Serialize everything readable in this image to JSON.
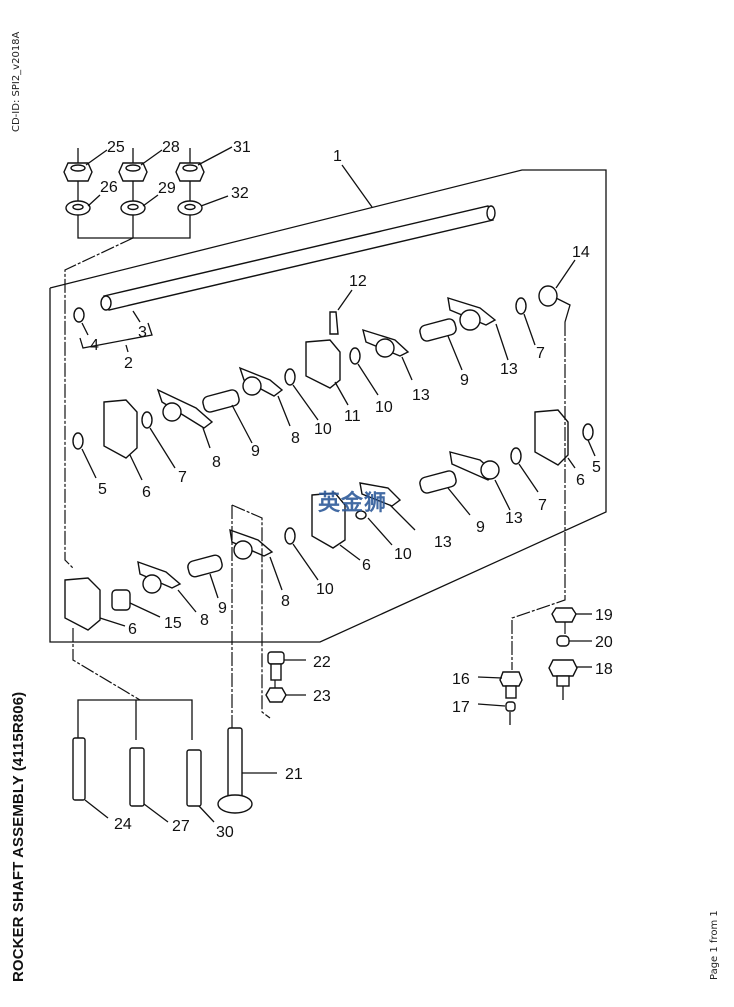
{
  "header": {
    "cd_id": "CD-ID: SPI2_v2018A"
  },
  "document": {
    "title": "ROCKER SHAFT ASSEMBLY (4115R806)",
    "page_indicator": "Page 1 from 1",
    "watermark": "英金狮"
  },
  "callouts": {
    "c1": "1",
    "c2": "2",
    "c3": "3",
    "c4": "4",
    "c5a": "5",
    "c5b": "5",
    "c6a": "6",
    "c6b": "6",
    "c6c": "6",
    "c6d": "6",
    "c7a": "7",
    "c7b": "7",
    "c7c": "7",
    "c8a": "8",
    "c8b": "8",
    "c8c": "8",
    "c8d": "8",
    "c9a": "9",
    "c9b": "9",
    "c9c": "9",
    "c9d": "9",
    "c10a": "10",
    "c10b": "10",
    "c10c": "10",
    "c10d": "10",
    "c11": "11",
    "c12": "12",
    "c13a": "13",
    "c13b": "13",
    "c13c": "13",
    "c13d": "13",
    "c14": "14",
    "c15": "15",
    "c16": "16",
    "c17": "17",
    "c18": "18",
    "c19": "19",
    "c20": "20",
    "c21": "21",
    "c22": "22",
    "c23": "23",
    "c24": "24",
    "c25": "25",
    "c26": "26",
    "c27": "27",
    "c28": "28",
    "c29": "29",
    "c30": "30",
    "c31": "31",
    "c32": "32"
  }
}
